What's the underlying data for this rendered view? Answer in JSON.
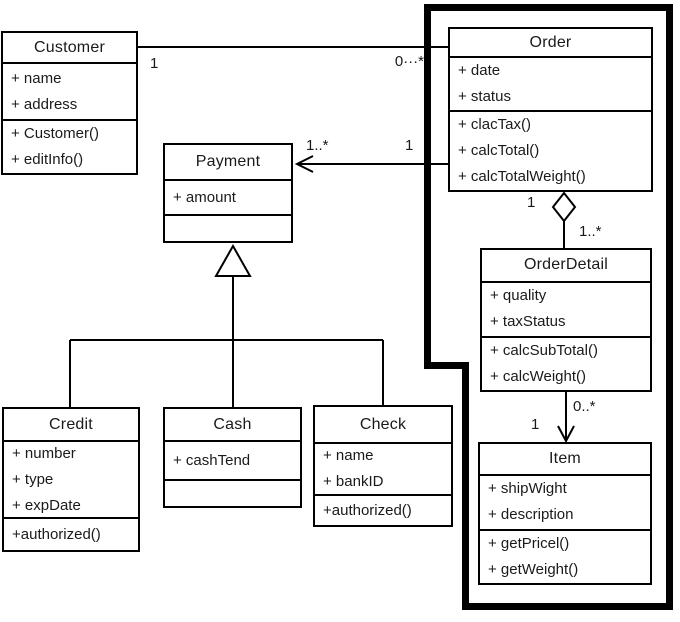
{
  "diagram": {
    "type": "uml-class-diagram",
    "colors": {
      "line": "#000000",
      "background": "#ffffff",
      "box_background": "#ffffff"
    },
    "classes": {
      "customer": {
        "title": "Customer",
        "attributes": [
          "+ name",
          "+ address"
        ],
        "methods": [
          "+ Customer()",
          "+ editInfo()"
        ]
      },
      "order": {
        "title": "Order",
        "attributes": [
          "+ date",
          "+ status"
        ],
        "methods": [
          "+ clacTax()",
          "+ calcTotal()",
          "+ calcTotalWeight()"
        ]
      },
      "payment": {
        "title": "Payment",
        "attributes": [
          "+ amount"
        ],
        "methods": []
      },
      "orderDetail": {
        "title": "OrderDetail",
        "attributes": [
          "+ quality",
          "+ taxStatus"
        ],
        "methods": [
          "+ calcSubTotal()",
          "+ calcWeight()"
        ]
      },
      "item": {
        "title": "Item",
        "attributes": [
          "+ shipWight",
          "+ description"
        ],
        "methods": [
          "+ getPricel()",
          "+ getWeight()"
        ]
      },
      "credit": {
        "title": "Credit",
        "attributes": [
          "+ number",
          "+ type",
          "+ expDate"
        ],
        "methods": [
          "+authorized()"
        ]
      },
      "cash": {
        "title": "Cash",
        "attributes": [
          "+ cashTend"
        ],
        "methods": []
      },
      "check": {
        "title": "Check",
        "attributes": [
          "+ name",
          "+ bankID"
        ],
        "methods": [
          "+authorized()"
        ]
      }
    },
    "multiplicities": {
      "customer_end": "1",
      "order_end": "0···*",
      "payment_end": "1..*",
      "order_payment_end": "1",
      "order_agg_end": "1",
      "orderdetail_agg_end": "1..*",
      "orderdetail_item_end": "0..*",
      "item_end": "1"
    }
  }
}
